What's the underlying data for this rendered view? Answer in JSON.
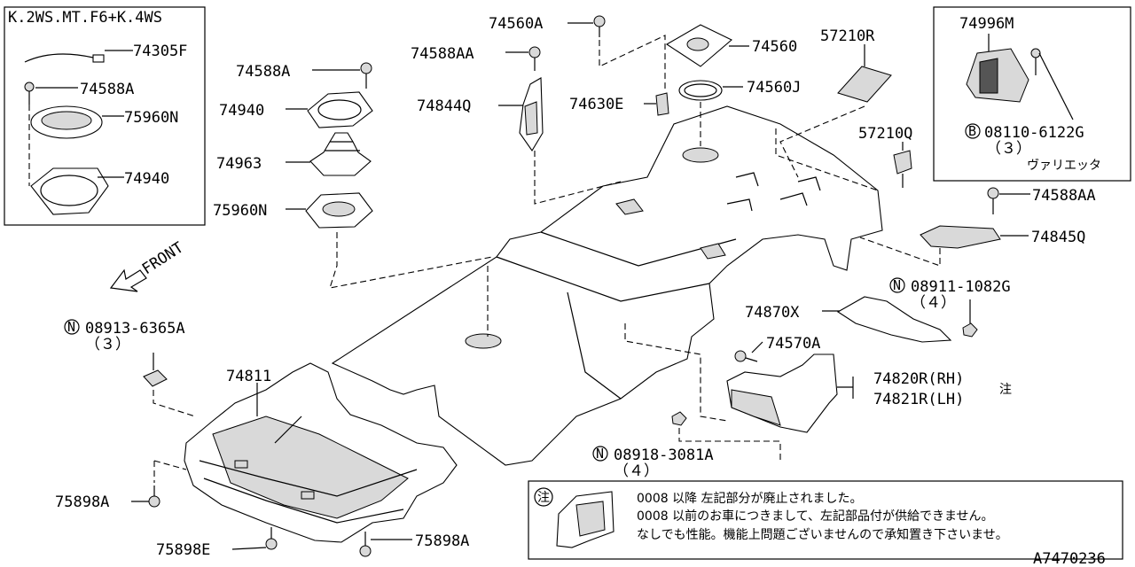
{
  "inset_left": {
    "title": "K.2WS.MT.F6+K.4WS",
    "labels": [
      "74305F",
      "74588A",
      "75960N",
      "74940"
    ]
  },
  "inset_right": {
    "part": "74996M",
    "bolt_prefix": "B",
    "bolt": "08110-6122G",
    "bolt_qty": "（３）",
    "note": "ヴァリエッタ"
  },
  "labels": {
    "p74560A": "74560A",
    "p74560": "74560",
    "p57210R": "57210R",
    "p74588AA_top": "74588AA",
    "p74560J": "74560J",
    "p74588A": "74588A",
    "p74940": "74940",
    "p74844Q": "74844Q",
    "p74630E": "74630E",
    "p57210Q": "57210Q",
    "p74963": "74963",
    "p75960N": "75960N",
    "p74588AA_right": "74588AA",
    "p74845Q": "74845Q",
    "nut1_prefix": "N",
    "nut1": "08911-1082G",
    "nut1_qty": "（４）",
    "p74870X": "74870X",
    "nut2_prefix": "N",
    "nut2": "08913-6365A",
    "nut2_qty": "（３）",
    "p74570A": "74570A",
    "p74811": "74811",
    "p74820R": "74820R(RH)",
    "p74821R": "74821R(LH)",
    "note_mark": "注",
    "nut3_prefix": "N",
    "nut3": "08918-3081A",
    "nut3_qty": "（４）",
    "p75898A_left": "75898A",
    "p75898E": "75898E",
    "p75898A_bottom": "75898A",
    "front": "FRONT"
  },
  "note_box": {
    "mark": "注",
    "lines": [
      "0008 以降 左記部分が廃止されました。",
      "0008 以前のお車につきまして、左記部品付が供給できません。",
      "なしでも性能。機能上問題ございませんので承知置き下さいませ。"
    ]
  },
  "diagram_id": "A7470236"
}
